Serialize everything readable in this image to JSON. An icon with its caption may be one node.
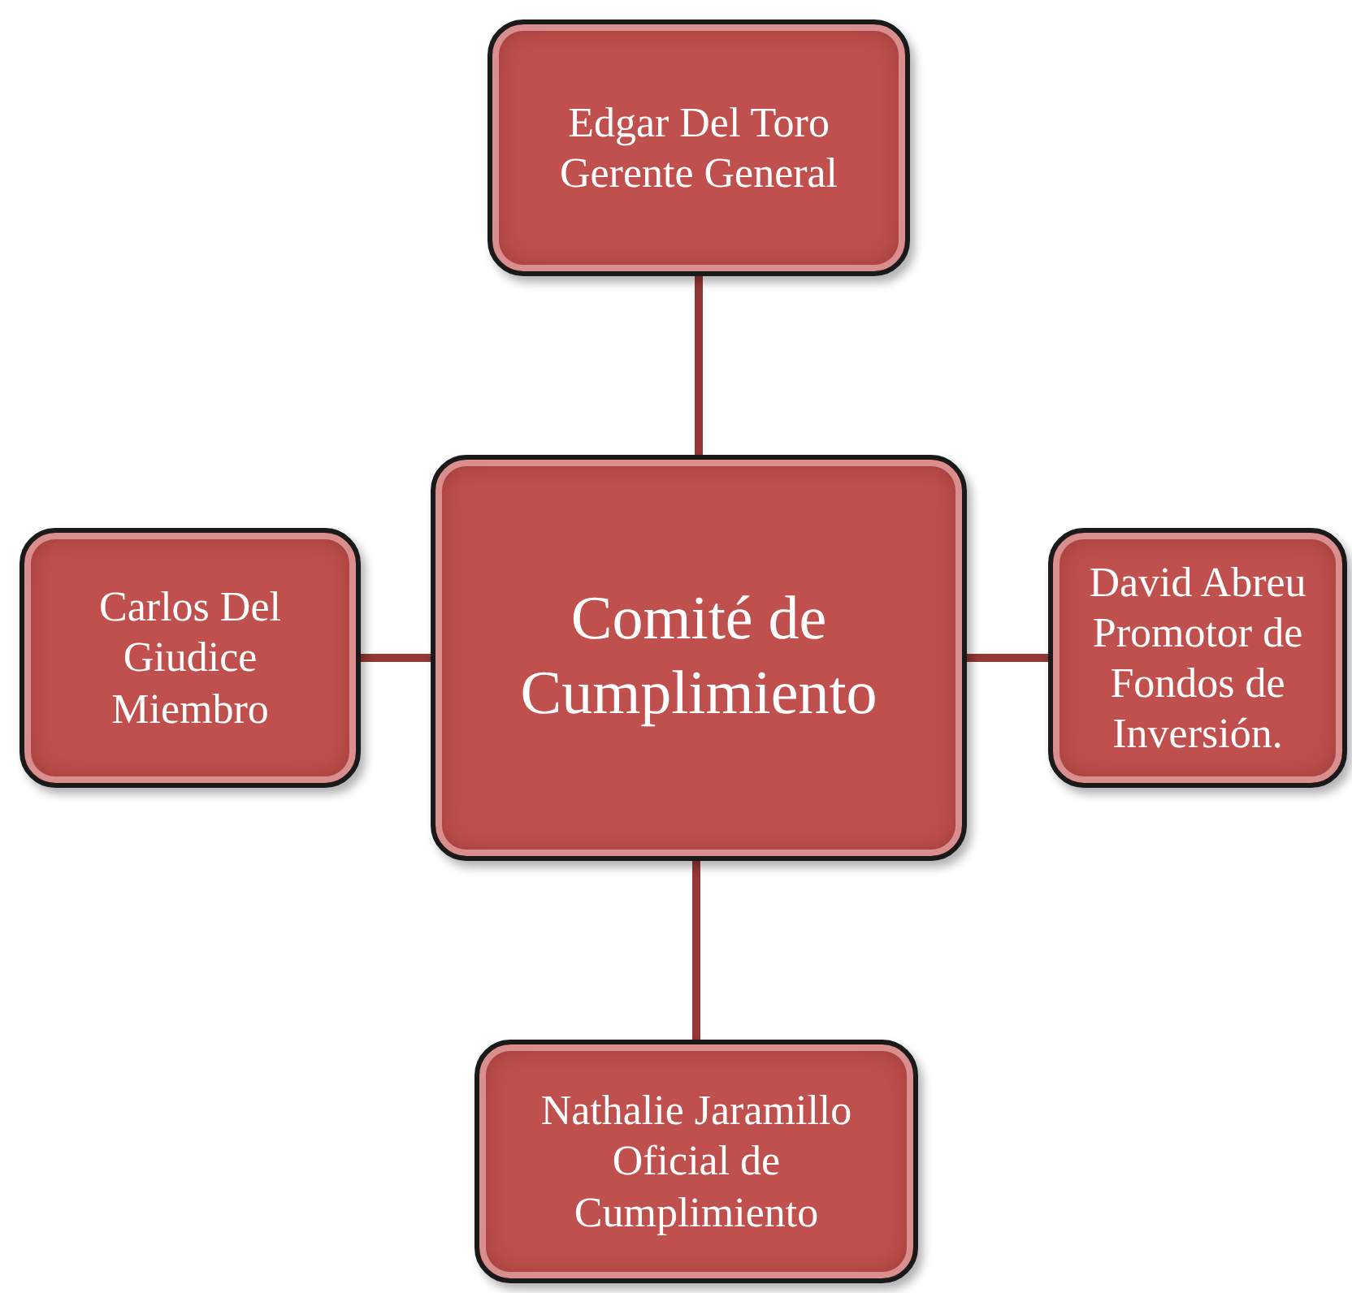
{
  "diagram": {
    "nodes": [
      {
        "text": [
          "Edgar Del Toro",
          "Gerente General"
        ]
      },
      {
        "text": [
          "Carlos Del Giudice",
          "Miembro"
        ]
      },
      {
        "text": [
          "Comité de Cumplimiento"
        ]
      },
      {
        "text": [
          "David Abreu",
          "Promotor de Fondos de Inversión."
        ]
      },
      {
        "text": [
          "Nathalie Jaramillo",
          "Oficial de Cumplimiento"
        ]
      }
    ],
    "edges": [
      {
        "from": 2,
        "to": 0,
        "arrow": "none"
      },
      {
        "from": 2,
        "to": 1,
        "arrow": "none"
      },
      {
        "from": 2,
        "to": 3,
        "arrow": "none"
      },
      {
        "from": 2,
        "to": 4,
        "arrow": "none"
      }
    ]
  }
}
